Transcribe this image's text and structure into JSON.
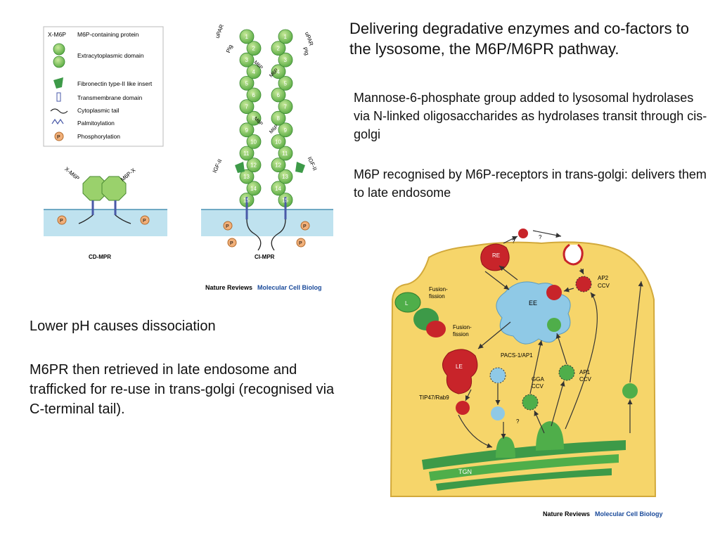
{
  "slide": {
    "title": "Delivering degradative enzymes and co-factors to the lysosome, the M6P/M6PR pathway.",
    "para_right_1": "Mannose-6-phosphate group added to lysosomal hydrolases via N-linked oligosaccharides as hydrolases transit through cis-golgi",
    "para_right_2": "M6P recognised by M6P-receptors in trans-golgi: delivers them to late endosome",
    "para_left_1": "Lower pH causes dissociation",
    "para_left_2": "M6PR then retrieved in late endosome and trafficked for re-use in trans-golgi (recognised via C-terminal tail)."
  },
  "fig1": {
    "legend": {
      "header_code": "X-M6P",
      "header_text": "M6P-containing protein",
      "extracytoplasmic": "Extracytoplasmic domain",
      "fibronectin": "Fibronectin type-II like insert",
      "transmembrane": "Transmembrane domain",
      "cytoplasmic": "Cytoplasmic tail",
      "palmitoylation": "Palmitoylation",
      "phosphorylation": "Phosphorylation"
    },
    "cd_label": "CD-MPR",
    "ci_label": "CI-MPR",
    "xm6p_left": "X-M6P",
    "m6px_right": "M6P-X",
    "upar": "uPAR",
    "plg": "Plg",
    "igf": "IGF-II",
    "m6p": "M6P",
    "p": "P",
    "domain_numbers": [
      "1",
      "2",
      "3",
      "4",
      "5",
      "6",
      "7",
      "8",
      "9",
      "10",
      "11",
      "12",
      "13",
      "14",
      "15"
    ],
    "credit_a": "Nature Reviews",
    "credit_b": "Molecular Cell Biolog"
  },
  "fig2": {
    "re": "RE",
    "ee": "EE",
    "le": "LE",
    "l": "L",
    "tgn": "TGN",
    "q": "?",
    "fusion1": "Fusion-",
    "fission1": "fission",
    "fusion2": "Fusion-",
    "fission2": "fission",
    "ap2": "AP2",
    "ap2ccv": "CCV",
    "pacs": "PACS-1/AP1",
    "gga": "GGA",
    "ggaccv": "CCV",
    "ap1": "AP1",
    "ap1ccv": "CCV",
    "tip47": "TIP47/Rab9",
    "credit_a": "Nature Reviews",
    "credit_b": "Molecular Cell Biology"
  },
  "colors": {
    "green": "#4fae4a",
    "light_green": "#9ad16c",
    "red": "#c8242a",
    "cell": "#f6d56a",
    "endosome_blue": "#8fc9e6",
    "membrane_blue": "#bfe2ef"
  }
}
